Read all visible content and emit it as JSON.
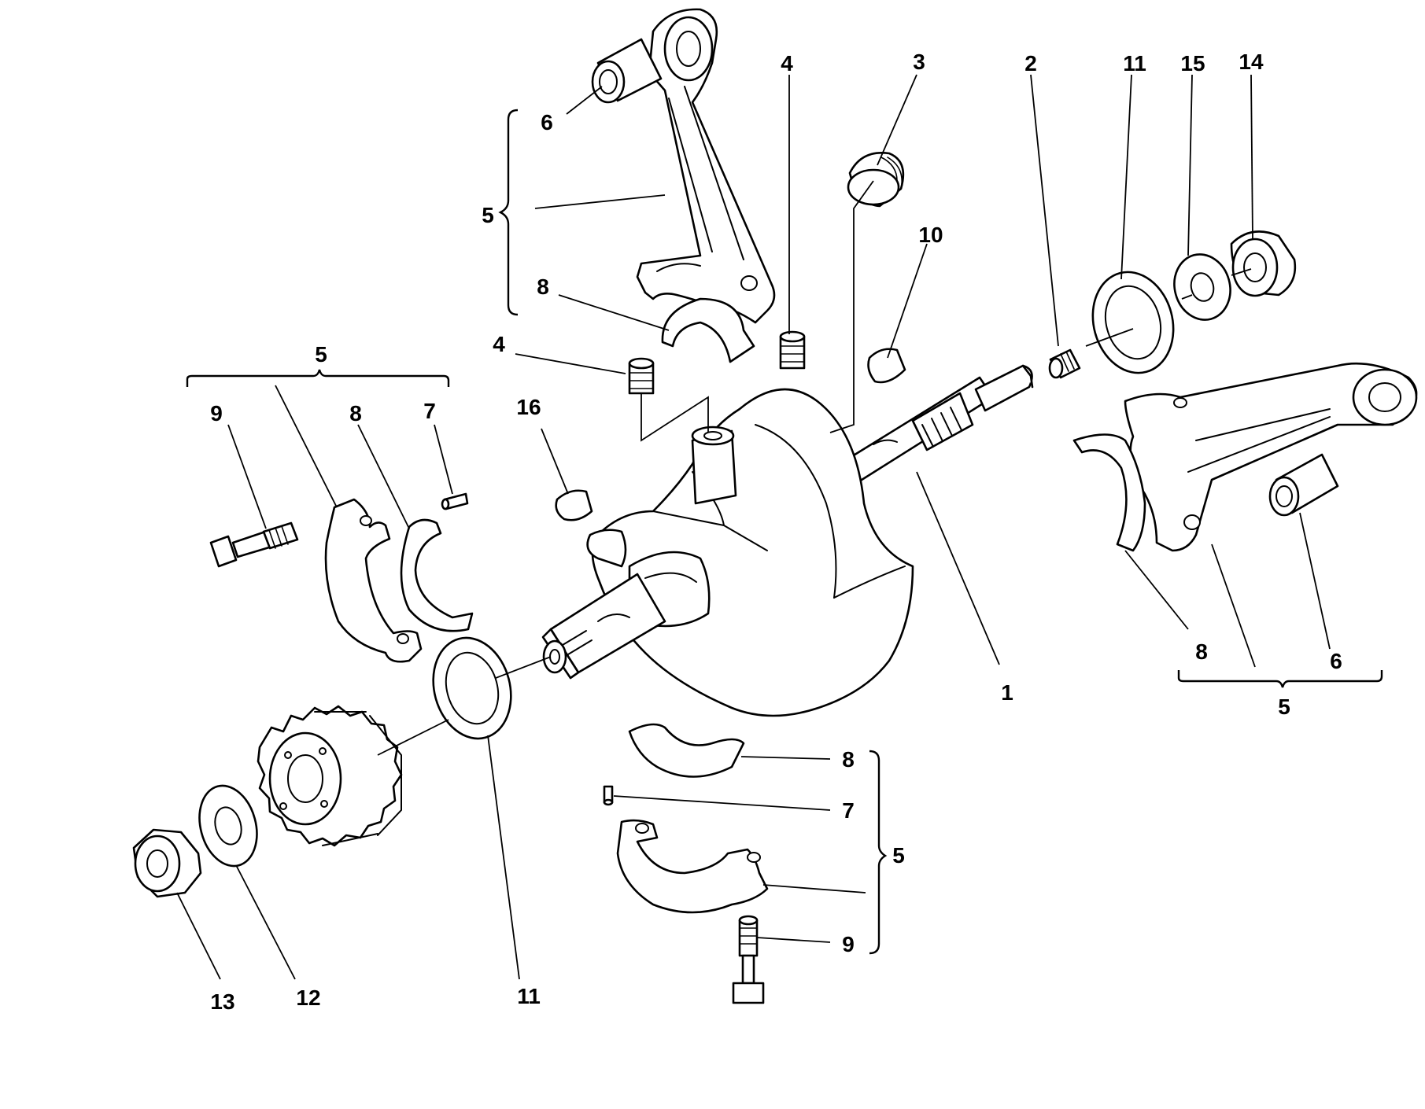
{
  "diagram": {
    "colors": {
      "line": "#000000",
      "background": "#ffffff"
    },
    "callouts": {
      "c1": "1",
      "c2": "2",
      "c3": "3",
      "c4a": "4",
      "c4b": "4",
      "c5_top": "5",
      "c5_left": "5",
      "c5_right": "5",
      "c5_bottom": "5",
      "c6_top": "6",
      "c6_right": "6",
      "c7_left": "7",
      "c7_bottom": "7",
      "c8_top": "8",
      "c8_left": "8",
      "c8_right": "8",
      "c8_bottom": "8",
      "c9_left": "9",
      "c9_bottom": "9",
      "c10": "10",
      "c11_top": "11",
      "c11_bottom": "11",
      "c12": "12",
      "c13": "13",
      "c14": "14",
      "c15": "15",
      "c16": "16"
    }
  }
}
